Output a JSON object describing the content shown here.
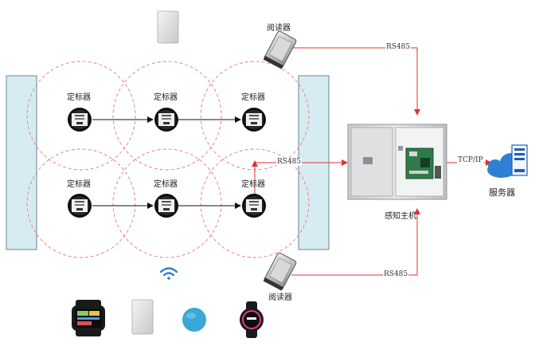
{
  "locator_label": "定标器",
  "reader_top_label": "阅读器",
  "reader_bottom_label": "阅读器",
  "host_label": "感知主机",
  "server_label": "服务器",
  "bus_top_label": "RS485",
  "bus_mid_label": "RS485",
  "bus_bottom_label": "RS485",
  "net_label": "TCP/IP",
  "colors": {
    "link_red": "#e03030",
    "circle_red": "#e87a7a",
    "wall_blue": "#d7ebf3",
    "cloud_blue": "#2f7fd6",
    "tag_blue": "#3aa7d8"
  }
}
